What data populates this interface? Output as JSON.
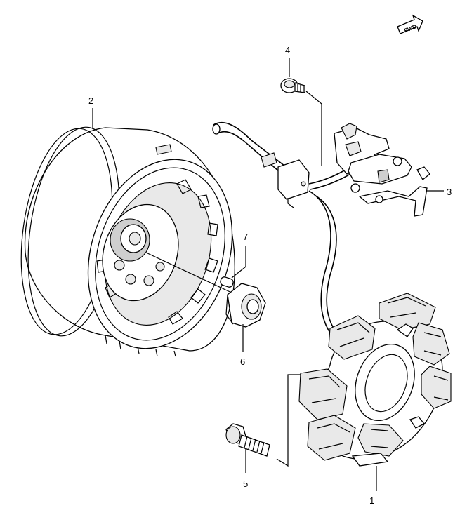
{
  "fwd_label": "FWD",
  "callouts": [
    {
      "id": "1",
      "part": "stator"
    },
    {
      "id": "2",
      "part": "rotor"
    },
    {
      "id": "3",
      "part": "bracket"
    },
    {
      "id": "4",
      "part": "screw"
    },
    {
      "id": "5",
      "part": "bolt"
    },
    {
      "id": "6",
      "part": "nut"
    },
    {
      "id": "7",
      "part": "key"
    }
  ]
}
